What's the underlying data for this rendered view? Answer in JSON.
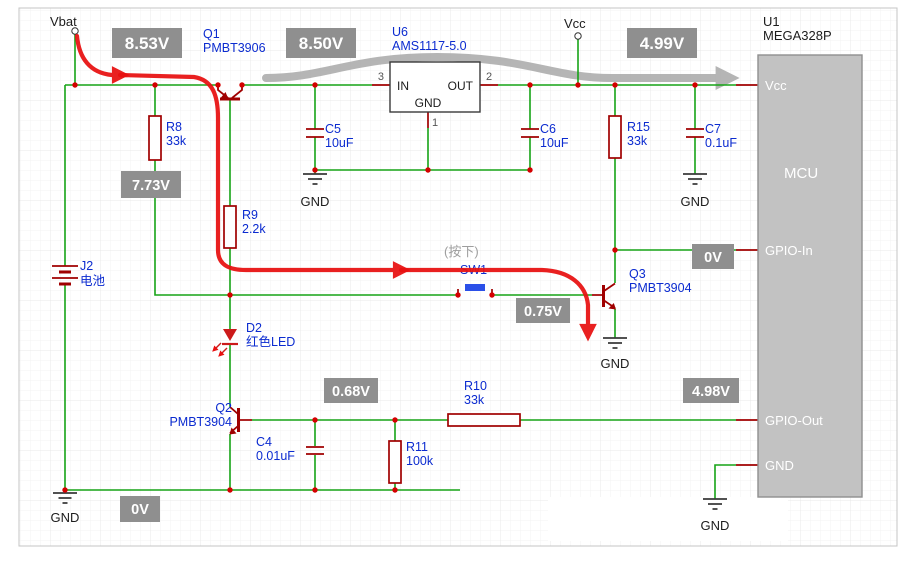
{
  "colors": {
    "wire_green": "#17a317",
    "component_red": "#a00000",
    "label_blue": "#0b2bd0",
    "badge_bg": "#8f8f8f",
    "badge_text": "#ffffff",
    "flow_arrow_red": "#e81010",
    "power_band_gray": "#a9a9a9",
    "junction_dot": "#d40000",
    "mcu_fill": "#c2c2c2",
    "led_red": "#cc1a1a",
    "switch_cap_blue": "#2b50e8"
  },
  "nets": {
    "vbat": "Vbat",
    "vcc": "Vcc",
    "gnd": "GND"
  },
  "voltages": {
    "vbat_rail": "8.53V",
    "reg_in": "8.50V",
    "reg_out": "4.99V",
    "q1_base": "7.73V",
    "gpio_in": "0V",
    "q3_base": "0.75V",
    "q2_base": "0.68V",
    "gpio_out": "4.98V",
    "gnd_rail": "0V"
  },
  "annotations": {
    "pressed": "(按下)"
  },
  "components": {
    "u1": {
      "ref": "U1",
      "value": "MEGA328P",
      "body": "MCU",
      "pin_vcc": "Vcc",
      "pin_gpio_in": "GPIO-In",
      "pin_gpio_out": "GPIO-Out",
      "pin_gnd": "GND"
    },
    "u6": {
      "ref": "U6",
      "value": "AMS1117-5.0",
      "pin_in": "IN",
      "pin_out": "OUT",
      "pin_gnd": "GND",
      "pin_3": "3",
      "pin_2": "2",
      "pin_1": "1"
    },
    "q1": {
      "ref": "Q1",
      "value": "PMBT3906"
    },
    "q2": {
      "ref": "Q2",
      "value": "PMBT3904"
    },
    "q3": {
      "ref": "Q3",
      "value": "PMBT3904"
    },
    "r8": {
      "ref": "R8",
      "value": "33k"
    },
    "r9": {
      "ref": "R9",
      "value": "2.2k"
    },
    "r10": {
      "ref": "R10",
      "value": "33k"
    },
    "r11": {
      "ref": "R11",
      "value": "100k"
    },
    "r15": {
      "ref": "R15",
      "value": "33k"
    },
    "c4": {
      "ref": "C4",
      "value": "0.01uF"
    },
    "c5": {
      "ref": "C5",
      "value": "10uF"
    },
    "c6": {
      "ref": "C6",
      "value": "10uF"
    },
    "c7": {
      "ref": "C7",
      "value": "0.1uF"
    },
    "d2": {
      "ref": "D2",
      "value": "红色LED"
    },
    "j2": {
      "ref": "J2",
      "value": "电池"
    },
    "sw1": {
      "ref": "SW1"
    }
  }
}
